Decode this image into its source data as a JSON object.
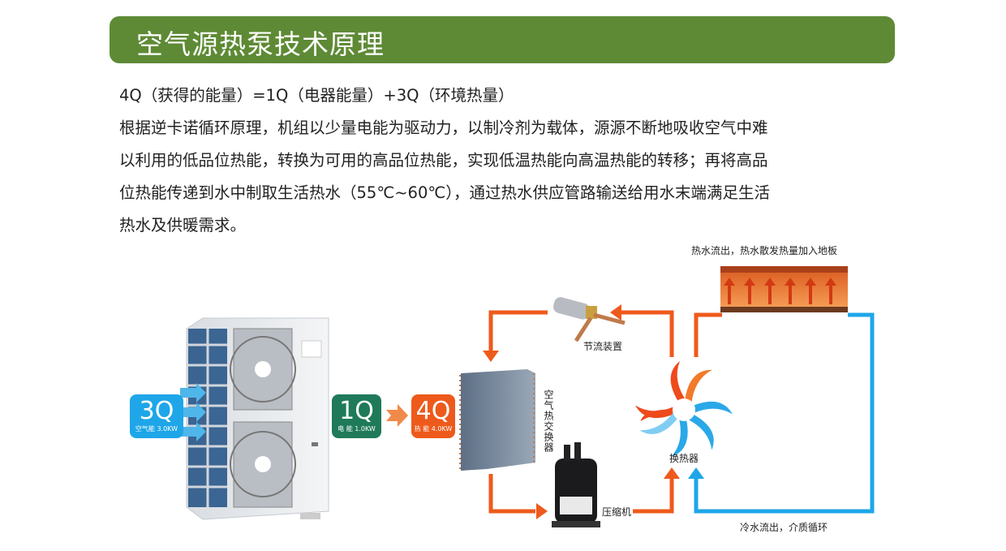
{
  "header": {
    "title": "空气源热泵技术原理"
  },
  "intro": {
    "formula": "4Q（获得的能量）=1Q（电器能量）+3Q（环境热量）",
    "lines": [
      "根据逆卡诺循环原理，机组以少量电能为驱动力，以制冷剂为载体，源源不断地吸收空气中难",
      "以利用的低品位热能，转换为可用的高品位热能，实现低温热能向高温热能的转移；再将高品",
      "位热能传递到水中制取生活热水（55℃~60℃），通过热水供应管路输送给用水末端满足生活",
      "热水及供暖需求。"
    ]
  },
  "diagram": {
    "q_air": {
      "value": "3Q",
      "caption": "空气能 3.0KW"
    },
    "q_elec": {
      "value": "1Q",
      "caption": "电 能 1.0KW"
    },
    "q_heat": {
      "value": "4Q",
      "caption": "热 能 4.0KW"
    },
    "labels": {
      "throttle": "节流装置",
      "air_exchanger": "空气热交换器",
      "compressor": "压缩机",
      "heat_exchanger": "换热器",
      "hot_out": "热水流出，热水散发热量加入地板",
      "cold_out": "冷水流出，介质循环"
    },
    "colors": {
      "green": "#5e8a35",
      "orange": "#ee5a1c",
      "blue": "#1ea6e8",
      "elec_green": "#1f7a5a"
    }
  }
}
